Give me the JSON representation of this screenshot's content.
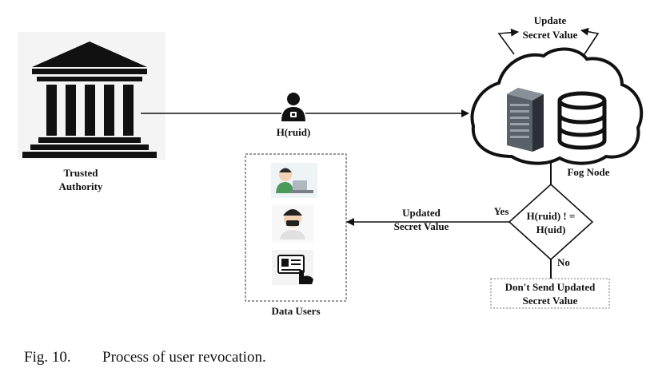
{
  "nodes": {
    "trusted_authority": {
      "line1": "Trusted",
      "line2": "Authority"
    },
    "fog_node": "Fog Node",
    "data_users": "Data Users",
    "decision": {
      "line1": "H(ruid) ! =",
      "line2": "H(uid)"
    },
    "dont_send": {
      "line1": "Don't Send Updated",
      "line2": "Secret Value"
    }
  },
  "edges": {
    "hash_label": "H(ruid)",
    "update_loop": {
      "line1": "Update",
      "line2": "Secret Value"
    },
    "updated_secret": {
      "line1": "Updated",
      "line2": "Secret Value"
    },
    "yes": "Yes",
    "no": "No"
  },
  "caption": {
    "number": "Fig. 10.",
    "text": "Process of user revocation."
  },
  "colors": {
    "ink": "#111111",
    "cloud_fill": "#ffffff",
    "server_dark": "#3a3f45",
    "accent_beige": "#f2d2b0"
  }
}
